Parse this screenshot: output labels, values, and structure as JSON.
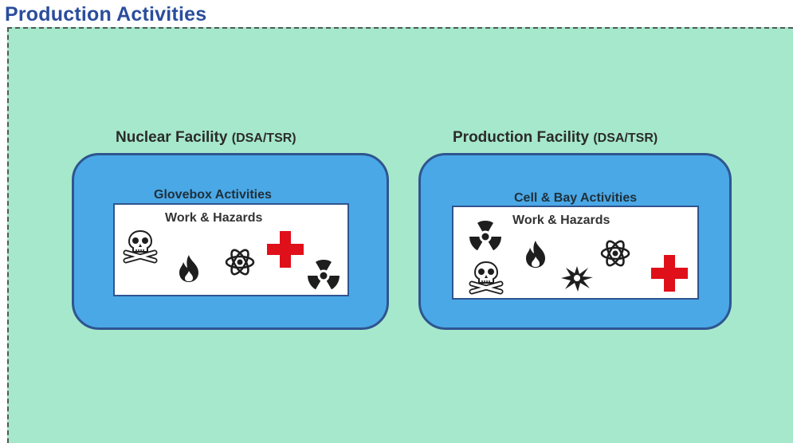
{
  "page": {
    "title": "Production Activities"
  },
  "colors": {
    "title": "#2a4d9c",
    "region_background": "#a6e8cb",
    "facility_fill": "#4aa8e6",
    "facility_border": "#2f5590",
    "panel_fill": "#ffffff",
    "hazard_red": "#e0101a",
    "icon_dark": "#1e1e1e"
  },
  "facilities": [
    {
      "name": "Nuclear Facility",
      "suffix": "(DSA/TSR)",
      "activity": "Glovebox Activities",
      "work_label": "Work & Hazards",
      "hazard_icons": [
        "skull-crossbones-icon",
        "flame-icon",
        "atom-icon",
        "red-cross-icon",
        "radiation-icon"
      ]
    },
    {
      "name": "Production Facility",
      "suffix": "(DSA/TSR)",
      "activity": "Cell & Bay Activities",
      "work_label": "Work & Hazards",
      "hazard_icons": [
        "radiation-icon",
        "skull-crossbones-icon",
        "flame-icon",
        "explosion-icon",
        "atom-icon",
        "red-cross-icon"
      ]
    }
  ]
}
